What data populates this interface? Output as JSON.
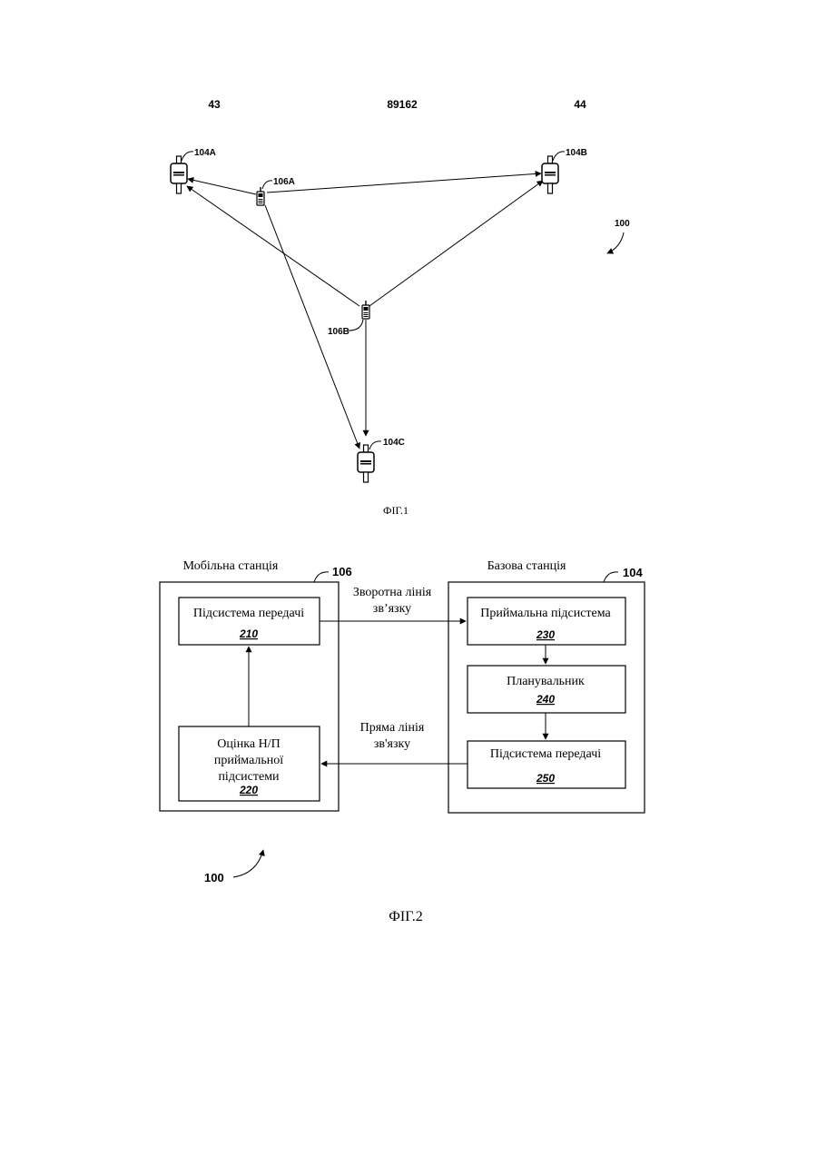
{
  "header": {
    "left_page": "43",
    "patent_number": "89162",
    "right_page": "44"
  },
  "fig1": {
    "caption": "ФІГ.1",
    "system_ref": "100",
    "base_stations": {
      "a": "104A",
      "b": "104B",
      "c": "104C"
    },
    "mobiles": {
      "a": "106A",
      "b": "106B"
    }
  },
  "fig2": {
    "caption": "ФІГ.2",
    "system_ref": "100",
    "mobile_station": {
      "title": "Мобільна станція",
      "ref": "106",
      "tx_subsystem": {
        "label": "Підсистема передачі",
        "num": "210"
      },
      "estimator": {
        "line1": "Оцінка Н/П",
        "line2": "приймальної",
        "line3": "підсистеми",
        "num": "220"
      }
    },
    "base_station": {
      "title": "Базова станція",
      "ref": "104",
      "rx_subsystem": {
        "label": "Приймальна підсистема",
        "num": "230"
      },
      "scheduler": {
        "label": "Планувальник",
        "num": "240"
      },
      "tx_subsystem": {
        "label": "Підсистема передачі",
        "num": "250"
      }
    },
    "reverse_link": {
      "line1": "Зворотна лінія",
      "line2": "зв’язку"
    },
    "forward_link": {
      "line1": "Пряма лінія",
      "line2": "зв'язку"
    }
  }
}
